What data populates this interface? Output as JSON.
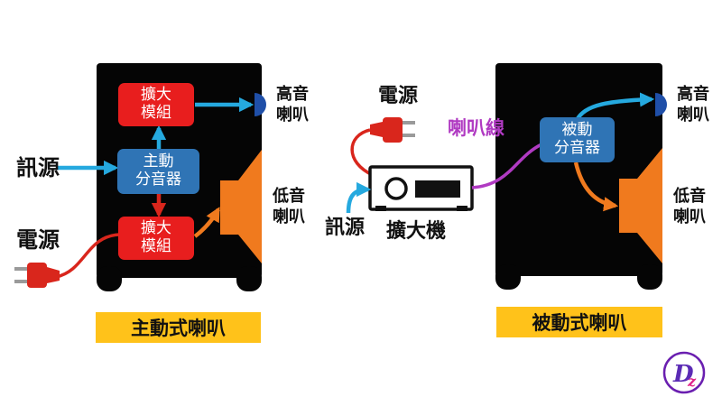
{
  "colors": {
    "cabinet": "#050505",
    "module_red": "#e81e1e",
    "crossover_blue": "#2f74b5",
    "woofer_orange": "#f07a1e",
    "arrow_blue": "#25a9df",
    "arrow_red": "#d9261c",
    "speaker_wire": "#b03ac2",
    "caption_yellow": "#ffc21a",
    "tweeter": "#1f4fa8"
  },
  "active": {
    "amp_top": "擴大\n模組",
    "crossover": "主動\n分音器",
    "amp_bottom": "擴大\n模組",
    "signal_label": "訊源",
    "power_label": "電源",
    "tweeter_label": "高音\n喇叭",
    "woofer_label": "低音\n喇叭",
    "caption": "主動式喇叭"
  },
  "passive": {
    "crossover": "被動\n分音器",
    "power_label": "電源",
    "wire_label": "喇叭線",
    "signal_label": "訊源",
    "amplifier_label": "擴大機",
    "tweeter_label": "高音\n喇叭",
    "woofer_label": "低音\n喇叭",
    "caption": "被動式喇叭"
  },
  "icons": {
    "plug": "power-plug-icon",
    "tweeter": "tweeter-icon",
    "woofer": "woofer-icon",
    "amplifier": "amplifier-icon",
    "logo": "dz-logo-icon"
  }
}
